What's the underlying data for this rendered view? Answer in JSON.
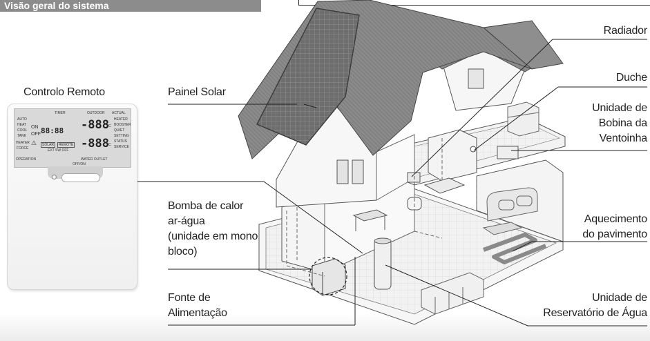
{
  "header": {
    "title": "Visão geral do sistema"
  },
  "labels": {
    "remote_title": "Controlo Remoto",
    "solar": "Painel Solar",
    "radiator": "Radiador",
    "shower": "Duche",
    "fan_coil": [
      "Unidade de",
      "Bobina da",
      "Ventoinha"
    ],
    "heat_pump": [
      "Bomba de calor",
      "ar-água",
      "(unidade em mono",
      "bloco)"
    ],
    "floor_heating": [
      "Aquecimento",
      "do pavimento"
    ],
    "power": [
      "Fonte de",
      "Alimentação"
    ],
    "water_tank": [
      "Unidade de",
      "Reservatório de Água"
    ]
  },
  "remote": {
    "timer": "TIMER",
    "outdoor": "OUTDOOR",
    "actual": "ACTUAL",
    "auto": "AUTO",
    "heat": "HEAT",
    "cool": "COOL",
    "tank": "TANK",
    "heater_left": "HEATER",
    "force": "FORCE",
    "on": "ON",
    "off": "OFF",
    "clock": "88:88",
    "outdoor_temp": "-888",
    "water_temp": "-888",
    "unit_c": "°C",
    "heater_right": "HEATER",
    "booster": "BOOSTER",
    "quiet": "QUIET",
    "setting": "SETTING",
    "status": "STATUS",
    "service": "SERVICE",
    "solar": "SOLAR",
    "remote_tag": "REMOTE",
    "ext": "EXT SW OFF",
    "operation": "OPERATION",
    "water_outlet": "WATER OUTLET",
    "offon": "OFF/ON"
  },
  "colors": {
    "header_bg": "#8c8c8c",
    "roof": "#8a8a8a",
    "solar_panel": "#6e6e6e",
    "wall": "#f4f4f4",
    "floor_heat": "#9a9a9a"
  }
}
